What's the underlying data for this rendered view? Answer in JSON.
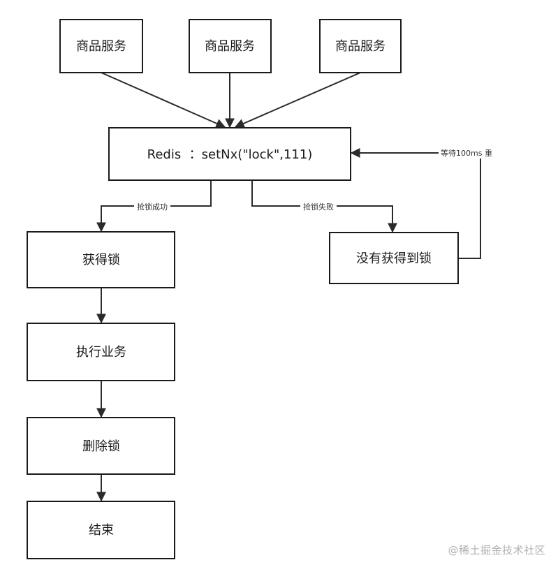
{
  "nodes": {
    "service_1": "商品服务",
    "service_2": "商品服务",
    "service_3": "商品服务",
    "redis": "Redis  ：setNx(\"lock\",111)",
    "acquired": "获得锁",
    "not_acquired": "没有获得到锁",
    "execute": "执行业务",
    "delete_lock": "删除锁",
    "end": "结束"
  },
  "edges": {
    "success": "抢锁成功",
    "fail": "抢锁失败",
    "retry": "等待100ms 重"
  },
  "watermark": "@稀土掘金技术社区"
}
